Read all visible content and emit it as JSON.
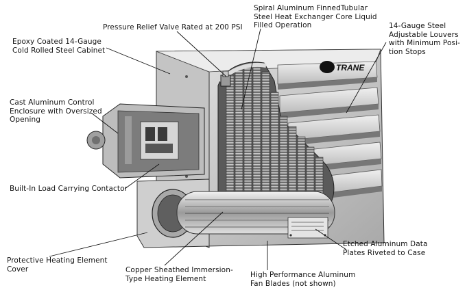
{
  "brand": {
    "logo_text": "TRANE"
  },
  "labels": {
    "pressure_relief": "Pressure Relief Valve Rated at 200 PSI",
    "heat_exchanger": "Spiral Aluminum FinnedTubular\nSteel Heat Exchanger Core Liquid\nFilled Operation",
    "louvers": "14-Gauge Steel\nAdjustable Louvers\nwith Minimum Posi-\ntion Stops",
    "cabinet": "Epoxy Coated 14-Gauge\nCold Rolled Steel Cabinet",
    "control_enclosure": "Cast Aluminum Control\nEnclosure with Oversized\nOpening",
    "contactor": "Built-In Load Carrying Contactor",
    "element_cover": "Protective Heating Element\nCover",
    "immersion_element": "Copper Sheathed Immersion-\nType Heating Element",
    "fan_blades": "High Performance Aluminum\nFan Blades (not shown)",
    "data_plates": "Etched Aluminum Data\nPlates Riveted to Case"
  },
  "colors": {
    "cabinet_light": "#d9d9d9",
    "cabinet_mid": "#bdbdbd",
    "cabinet_dark": "#8f8f8f",
    "louver_light": "#e6e6e6",
    "louver_shadow": "#7d7d7d",
    "tube_dark": "#4a4a4a",
    "tube_light": "#a8a8a8",
    "outline": "#222222",
    "leader": "#111111"
  }
}
